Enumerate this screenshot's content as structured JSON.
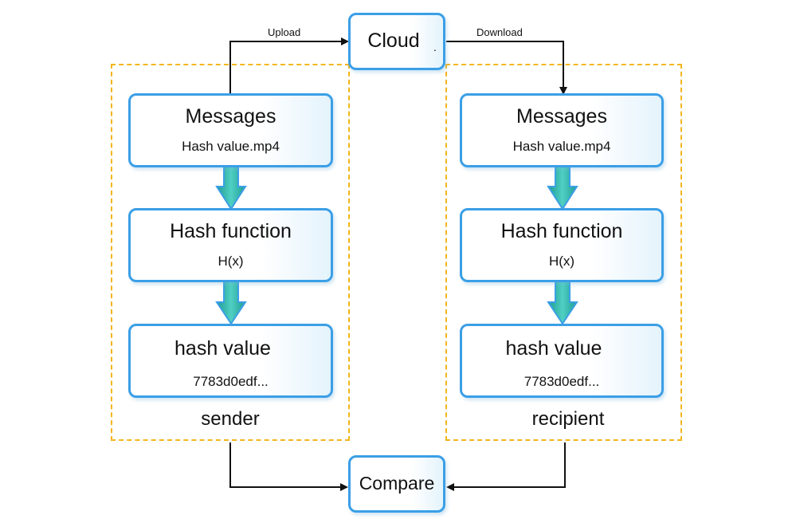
{
  "cloud": {
    "label": "Cloud",
    "dot": "."
  },
  "compare": {
    "label": "Compare"
  },
  "edges": {
    "upload": "Upload",
    "download": "Download"
  },
  "sender": {
    "label": "sender",
    "messages": {
      "title": "Messages",
      "sub": "Hash value.mp4"
    },
    "hash_function": {
      "title": "Hash function",
      "sub": "H(x)"
    },
    "hash_value": {
      "title": "hash value",
      "sub": "7783d0edf..."
    }
  },
  "recipient": {
    "label": "recipient",
    "messages": {
      "title": "Messages",
      "sub": "Hash value.mp4"
    },
    "hash_function": {
      "title": "Hash function",
      "sub": "H(x)"
    },
    "hash_value": {
      "title": "hash value",
      "sub": "7783d0edf..."
    }
  },
  "colors": {
    "box_border": "#3b9fe6",
    "group_border": "#f2b61d",
    "arrow_fill": "#2bb3a8",
    "arrow_stroke": "#3b9fe6"
  }
}
